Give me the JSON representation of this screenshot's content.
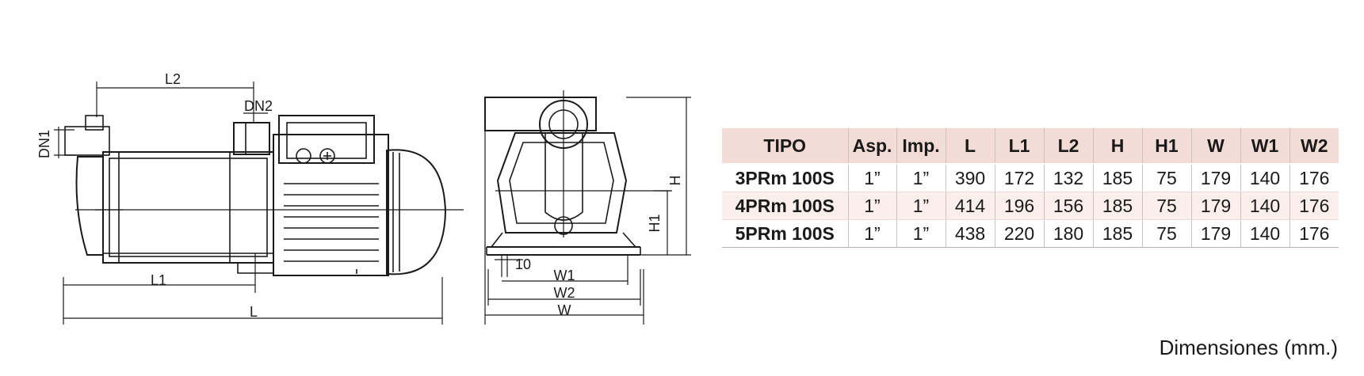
{
  "side_view": {
    "labels": {
      "l2": "L2",
      "dn2": "DN2",
      "dn1": "DN1",
      "l1": "L1",
      "l": "L"
    }
  },
  "front_view": {
    "labels": {
      "h": "H",
      "h1": "H1",
      "ten": "10",
      "w1": "W1",
      "w2": "W2",
      "w": "W"
    }
  },
  "table": {
    "headers": [
      "TIPO",
      "Asp.",
      "Imp.",
      "L",
      "L1",
      "L2",
      "H",
      "H1",
      "W",
      "W1",
      "W2"
    ],
    "rows": [
      [
        "3PRm  100S",
        "1”",
        "1”",
        "390",
        "172",
        "132",
        "185",
        "75",
        "179",
        "140",
        "176"
      ],
      [
        "4PRm  100S",
        "1”",
        "1”",
        "414",
        "196",
        "156",
        "185",
        "75",
        "179",
        "140",
        "176"
      ],
      [
        "5PRm  100S",
        "1”",
        "1”",
        "438",
        "220",
        "180",
        "185",
        "75",
        "179",
        "140",
        "176"
      ]
    ]
  },
  "footnote": "Dimensiones (mm.)"
}
